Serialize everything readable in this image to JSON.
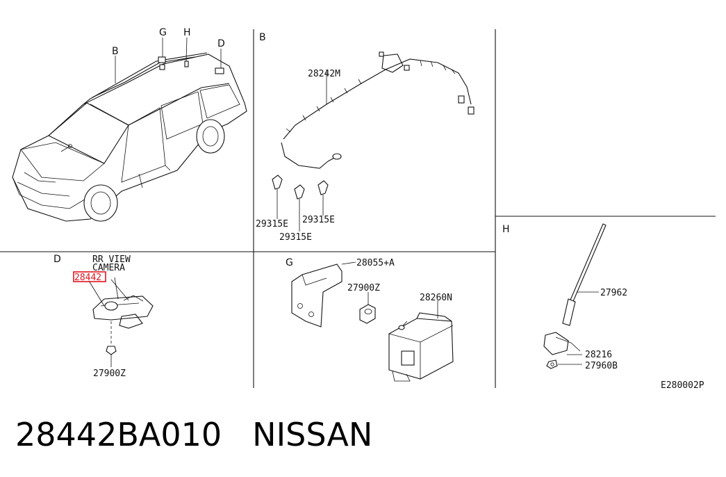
{
  "diagram": {
    "panels": {
      "car": {
        "labels": {
          "B": "B",
          "G": "G",
          "H": "H",
          "D": "D"
        }
      },
      "B": {
        "letter": "B",
        "parts": [
          "28242M",
          "29315E",
          "29315E",
          "29315E"
        ]
      },
      "D": {
        "letter": "D",
        "title_line1": "RR VIEW",
        "title_line2": "CAMERA",
        "parts": [
          "28442",
          "27900Z"
        ]
      },
      "G": {
        "letter": "G",
        "parts": [
          "28055+A",
          "27900Z",
          "28260N"
        ]
      },
      "H": {
        "letter": "H",
        "parts": [
          "27962",
          "28216",
          "27960B"
        ]
      }
    },
    "drawing_code": "E280002P",
    "highlight_color": "#e0141e"
  },
  "caption": {
    "part_number": "28442BA010",
    "brand": "NISSAN"
  }
}
